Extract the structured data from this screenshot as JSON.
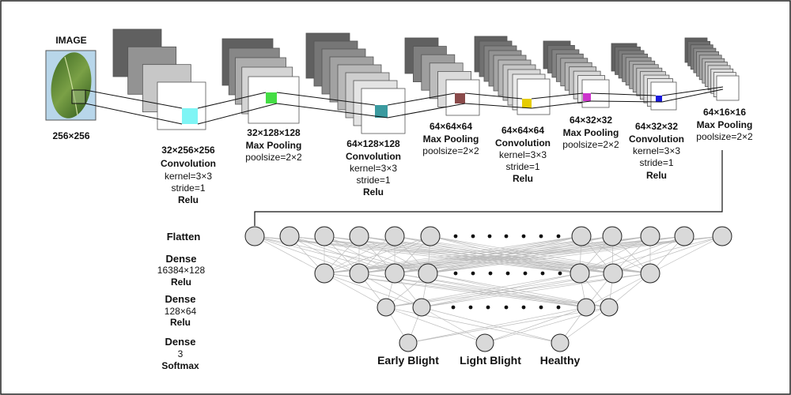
{
  "input": {
    "title": "IMAGE",
    "size": "256×256"
  },
  "layers": [
    {
      "id": "conv1",
      "shape": "32×256×256",
      "name": "Convolution",
      "details": [
        "kernel=3×3",
        "stride=1"
      ],
      "activation": "Relu",
      "color": "#7ff5f5"
    },
    {
      "id": "pool1",
      "shape": "32×128×128",
      "name": "Max Pooling",
      "details": [
        "poolsize=2×2"
      ],
      "activation": "",
      "color": "#44dd44"
    },
    {
      "id": "conv2",
      "shape": "64×128×128",
      "name": "Convolution",
      "details": [
        "kernel=3×3",
        "stride=1"
      ],
      "activation": "Relu",
      "color": "#3a9a9f"
    },
    {
      "id": "pool2",
      "shape": "64×64×64",
      "name": "Max Pooling",
      "details": [
        "poolsize=2×2"
      ],
      "activation": "",
      "color": "#8a4a4a"
    },
    {
      "id": "conv3",
      "shape": "64×64×64",
      "name": "Convolution",
      "details": [
        "kernel=3×3",
        "stride=1"
      ],
      "activation": "Relu",
      "color": "#e6cc00"
    },
    {
      "id": "pool3",
      "shape": "64×32×32",
      "name": "Max Pooling",
      "details": [
        "poolsize=2×2"
      ],
      "activation": "",
      "color": "#cc33cc"
    },
    {
      "id": "conv4",
      "shape": "64×32×32",
      "name": "Convolution",
      "details": [
        "kernel=3×3",
        "stride=1"
      ],
      "activation": "Relu",
      "color": "#1a1add"
    },
    {
      "id": "pool4",
      "shape": "64×16×16",
      "name": "Max Pooling",
      "details": [
        "poolsize=2×2"
      ],
      "activation": "",
      "color": ""
    }
  ],
  "dense_layers": [
    {
      "name": "Flatten",
      "size": "",
      "activation": ""
    },
    {
      "name": "Dense",
      "size": "16384×128",
      "activation": "Relu"
    },
    {
      "name": "Dense",
      "size": "128×64",
      "activation": "Relu"
    },
    {
      "name": "Dense",
      "size": "3",
      "activation": "Softmax"
    }
  ],
  "outputs": [
    "Early Blight",
    "Light Blight",
    "Healthy"
  ]
}
